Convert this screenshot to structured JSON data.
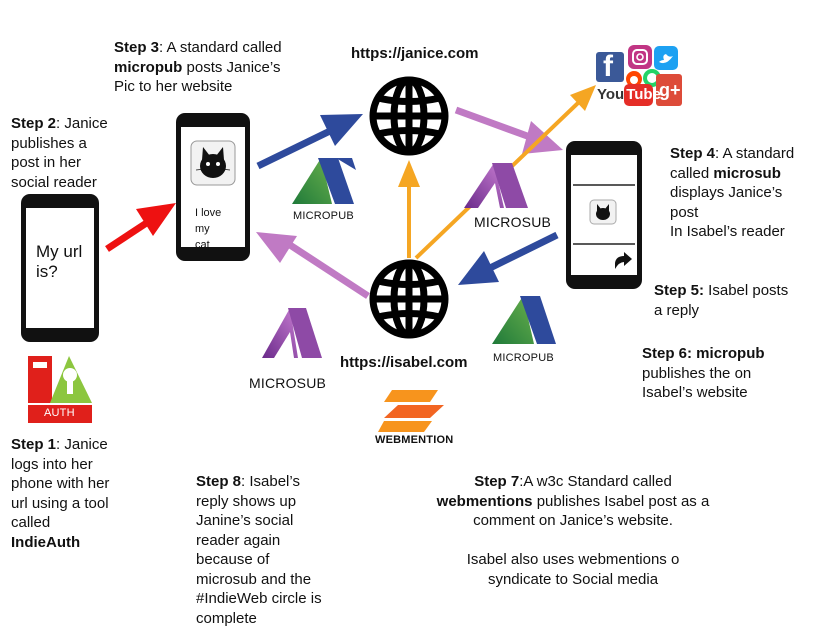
{
  "urls": {
    "janice": "https://janice.com",
    "isabel": "https://isabel.com"
  },
  "steps": {
    "s1": {
      "pre": "Step 1",
      "lines": [
        ": Janice",
        "logs into her",
        "phone with her",
        "url  using a tool",
        "called"
      ],
      "bold": "IndieAuth"
    },
    "s2": {
      "pre": "Step 2",
      "lines": [
        ": Janice",
        "publishes a",
        "post in her",
        "social reader"
      ]
    },
    "s3": {
      "pre": "Step 3",
      "l1": ": A standard called",
      "bold": "micropub",
      "l2": " posts Janice’s",
      "l3": "Pic to her website"
    },
    "s4": {
      "pre": "Step 4",
      "l1": ": A standard",
      "l2a": "called ",
      "bold": "microsub",
      "l3": "displays Janice’s",
      "l4": "post",
      "l5": "In Isabel’s reader"
    },
    "s5": {
      "pre": "Step 5:",
      "l1": " Isabel posts",
      "l2": "a reply"
    },
    "s6": {
      "pre": "Step 6:",
      "bold": " micropub",
      "l2": "publishes the on",
      "l3": "Isabel’s website"
    },
    "s7": {
      "pre": "Step 7",
      "l1": ":A w3c Standard called",
      "bold": "webmentions",
      "l2": " publishes Isabel post as a",
      "l3": "comment on Janice’s website.",
      "l4": "Isabel also uses webmentions o",
      "l5": "syndicate to Social media"
    },
    "s8": {
      "pre": "Step 8",
      "lines": [
        ": Isabel’s",
        "reply shows up",
        "Janine’s social",
        "reader again",
        "because of",
        "microsub and the",
        "#IndieWeb circle is",
        "complete"
      ]
    }
  },
  "phones": {
    "left": {
      "lines": [
        "My url",
        "is?"
      ]
    },
    "middle": {
      "lines": [
        "I love",
        "my",
        "cat"
      ]
    }
  },
  "logos": {
    "auth": "AUTH",
    "micropub_top": "MICROPUB",
    "microsub_top": "MICROSUB",
    "microsub_bottom": "MICROSUB",
    "micropub_bottom": "MICROPUB",
    "webmention": "WEBMENTION"
  },
  "social": {
    "facebook": "f",
    "youtube": [
      "You",
      "Tube"
    ],
    "gplus": "g+"
  },
  "colors": {
    "red_arrow": "#ee1111",
    "blue_arrow": "#2e4a9c",
    "purple_arrow": "#c07ac4",
    "orange_arrow": "#f5a623"
  }
}
